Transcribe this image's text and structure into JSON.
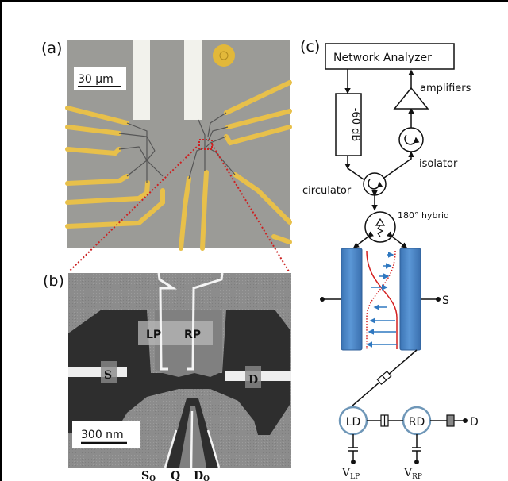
{
  "figure": {
    "panels": [
      {
        "id": "a",
        "label": "(a)",
        "kind": "optical micrograph",
        "scale_bar": "30 µm"
      },
      {
        "id": "b",
        "label": "(b)",
        "kind": "SEM image",
        "scale_bar": "300 nm",
        "gate_labels": {
          "lp": "LP",
          "rp": "RP",
          "s": "S",
          "d": "D"
        },
        "bottom_labels": {
          "sq": "S",
          "sq_sub": "Q",
          "q": "Q",
          "dq": "D",
          "dq_sub": "Q"
        }
      },
      {
        "id": "c",
        "label": "(c)",
        "kind": "circuit schematic",
        "blocks": {
          "network_analyzer": "Network Analyzer",
          "attenuator": "-60 dB",
          "amplifiers": "amplifiers",
          "isolator": "isolator",
          "circulator": "circulator",
          "hybrid": "180° hybrid",
          "s_terminal": "S",
          "ld": "LD",
          "rd": "RD",
          "d_terminal": "D",
          "vlp": "V",
          "vlp_sub": "LP",
          "vrp": "V",
          "vrp_sub": "RP"
        }
      }
    ],
    "colors": {
      "gold": "#e8c04a",
      "substrate": "#9a9a96",
      "zoom_lines": "#cc2222",
      "resonator_blue": "#4a86c8",
      "field_red": "#d42020",
      "arrow_blue": "#2f78c0",
      "dot_ring": "#6f97b8"
    }
  }
}
